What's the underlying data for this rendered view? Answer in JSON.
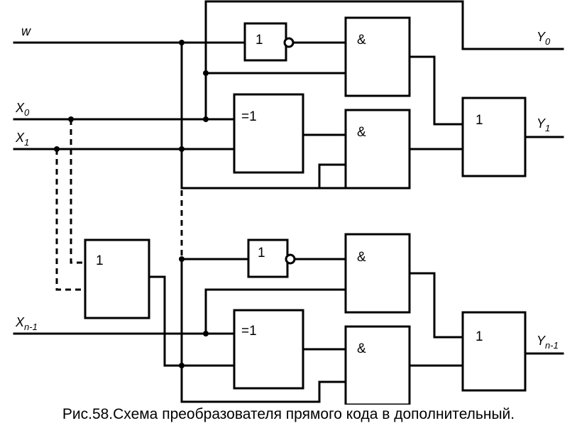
{
  "inputs": {
    "w": "w",
    "x0": {
      "main": "X",
      "sub": "0"
    },
    "x1": {
      "main": "X",
      "sub": "1"
    },
    "xn1": {
      "main": "X",
      "sub": "n-1"
    }
  },
  "outputs": {
    "y0": {
      "main": "Y",
      "sub": "0"
    },
    "y1": {
      "main": "Y",
      "sub": "1"
    },
    "yn1": {
      "main": "Y",
      "sub": "n-1"
    }
  },
  "gates": {
    "not_top": "1",
    "and_top1": "&",
    "xor_top": "=1",
    "and_top2": "&",
    "or_top": "1",
    "or_mid": "1",
    "not_bot": "1",
    "and_bot1": "&",
    "xor_bot": "=1",
    "and_bot2": "&",
    "or_bot": "1"
  },
  "caption": "Рис.58.Схема преобразователя прямого кода в дополнительный."
}
